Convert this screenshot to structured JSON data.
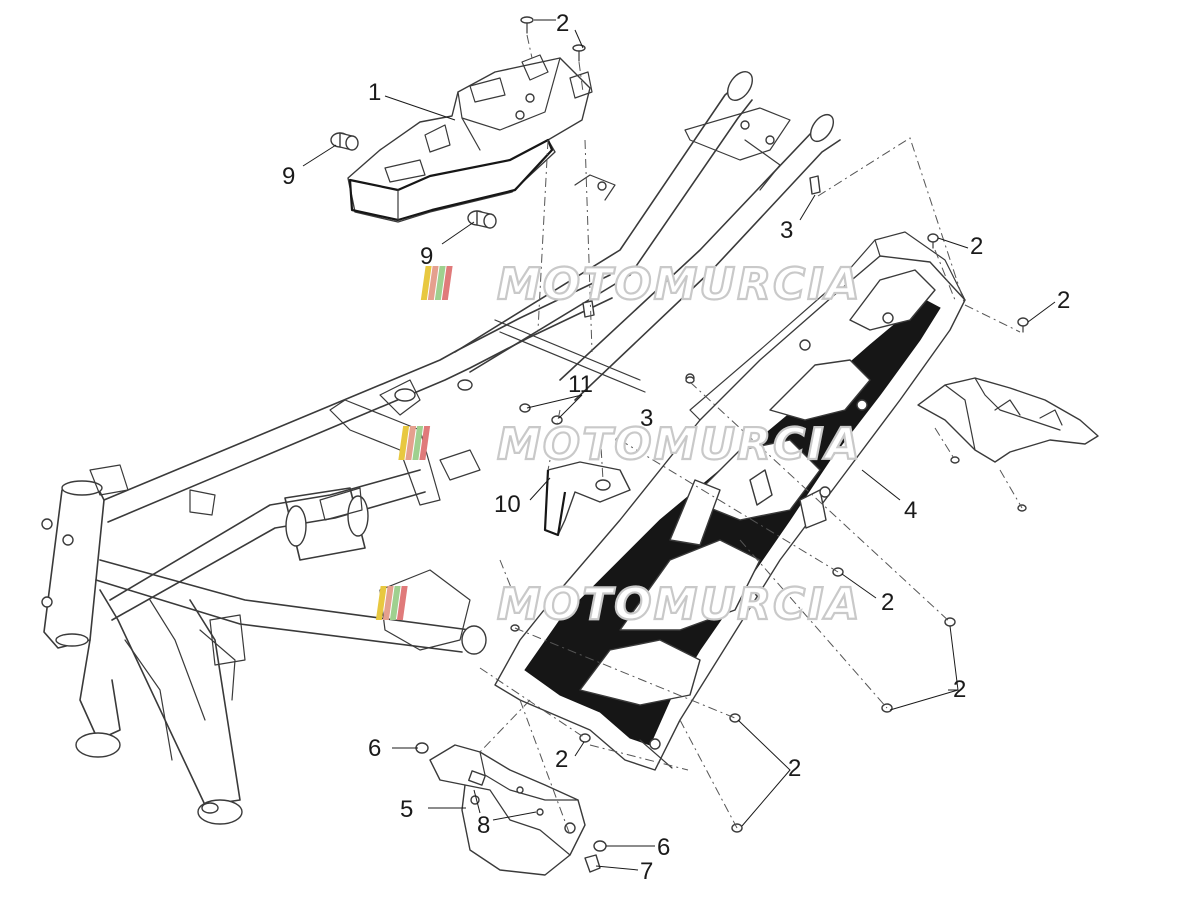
{
  "watermark": {
    "text": "MOTOMURCIA",
    "stripe_colors": [
      "#e8c840",
      "#e5a08e",
      "#9fd08f",
      "#e07a7a"
    ]
  },
  "callouts": [
    {
      "id": "c1",
      "label": "1"
    },
    {
      "id": "c2a",
      "label": "2"
    },
    {
      "id": "c2b",
      "label": "2"
    },
    {
      "id": "c2c",
      "label": "2"
    },
    {
      "id": "c2d",
      "label": "2"
    },
    {
      "id": "c2e",
      "label": "2"
    },
    {
      "id": "c2f",
      "label": "2"
    },
    {
      "id": "c2g",
      "label": "2"
    },
    {
      "id": "c3a",
      "label": "3"
    },
    {
      "id": "c3b",
      "label": "3"
    },
    {
      "id": "c4",
      "label": "4"
    },
    {
      "id": "c5",
      "label": "5"
    },
    {
      "id": "c6a",
      "label": "6"
    },
    {
      "id": "c6b",
      "label": "6"
    },
    {
      "id": "c7",
      "label": "7"
    },
    {
      "id": "c8",
      "label": "8"
    },
    {
      "id": "c9a",
      "label": "9"
    },
    {
      "id": "c9b",
      "label": "9"
    },
    {
      "id": "c10",
      "label": "10"
    },
    {
      "id": "c11",
      "label": "11"
    }
  ]
}
